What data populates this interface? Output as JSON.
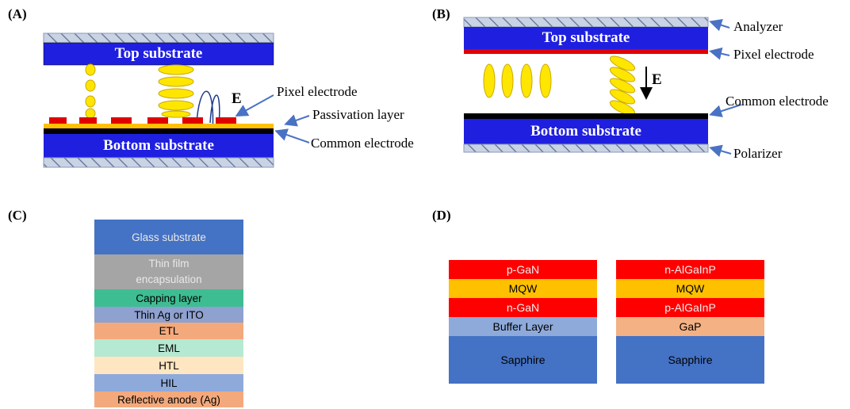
{
  "panel_a": {
    "label": "(A)",
    "top_substrate": "Top substrate",
    "bottom_substrate": "Bottom substrate",
    "field_label": "E",
    "annotations": {
      "pixel_electrode": "Pixel electrode",
      "passivation_layer": "Passivation layer",
      "common_electrode": "Common electrode"
    }
  },
  "panel_b": {
    "label": "(B)",
    "top_substrate": "Top substrate",
    "bottom_substrate": "Bottom substrate",
    "field_label": "E",
    "annotations": {
      "analyzer": "Analyzer",
      "pixel_electrode": "Pixel electrode",
      "common_electrode": "Common electrode",
      "polarizer": "Polarizer"
    }
  },
  "panel_c": {
    "label": "(C)",
    "layers": [
      {
        "name": "Glass substrate",
        "color": "#4472c4"
      },
      {
        "name": "Thin film",
        "name2": "encapsulation",
        "color": "#a5a5a5"
      },
      {
        "name": "Capping layer",
        "color": "#3ebd93"
      },
      {
        "name": "Thin Ag or ITO",
        "color": "#8ea1cf"
      },
      {
        "name": "ETL",
        "color": "#f4a97c"
      },
      {
        "name": "EML",
        "color": "#b6e9d2"
      },
      {
        "name": "HTL",
        "color": "#fde6c1"
      },
      {
        "name": "HIL",
        "color": "#8eaadb"
      },
      {
        "name": "Reflective anode (Ag)",
        "color": "#f4a97c"
      }
    ]
  },
  "panel_d": {
    "label": "(D)",
    "left_stack": [
      {
        "name": "p-GaN",
        "color": "#ff0000"
      },
      {
        "name": "MQW",
        "color": "#ffc000"
      },
      {
        "name": "n-GaN",
        "color": "#ff0000"
      },
      {
        "name": "Buffer Layer",
        "color": "#8eaadb"
      },
      {
        "name": "Sapphire",
        "color": "#4472c4"
      }
    ],
    "right_stack": [
      {
        "name": "n-AlGaInP",
        "color": "#ff0000"
      },
      {
        "name": "MQW",
        "color": "#ffc000"
      },
      {
        "name": "p-AlGaInP",
        "color": "#ff0000"
      },
      {
        "name": "GaP",
        "color": "#f4b183"
      },
      {
        "name": "Sapphire",
        "color": "#4472c4"
      }
    ]
  },
  "colors": {
    "substrate_blue": "#1f1fe0",
    "electrode_red": "#e00000",
    "lc_yellow": "#ffe600",
    "hatch_gray": "#b8c4d8"
  }
}
